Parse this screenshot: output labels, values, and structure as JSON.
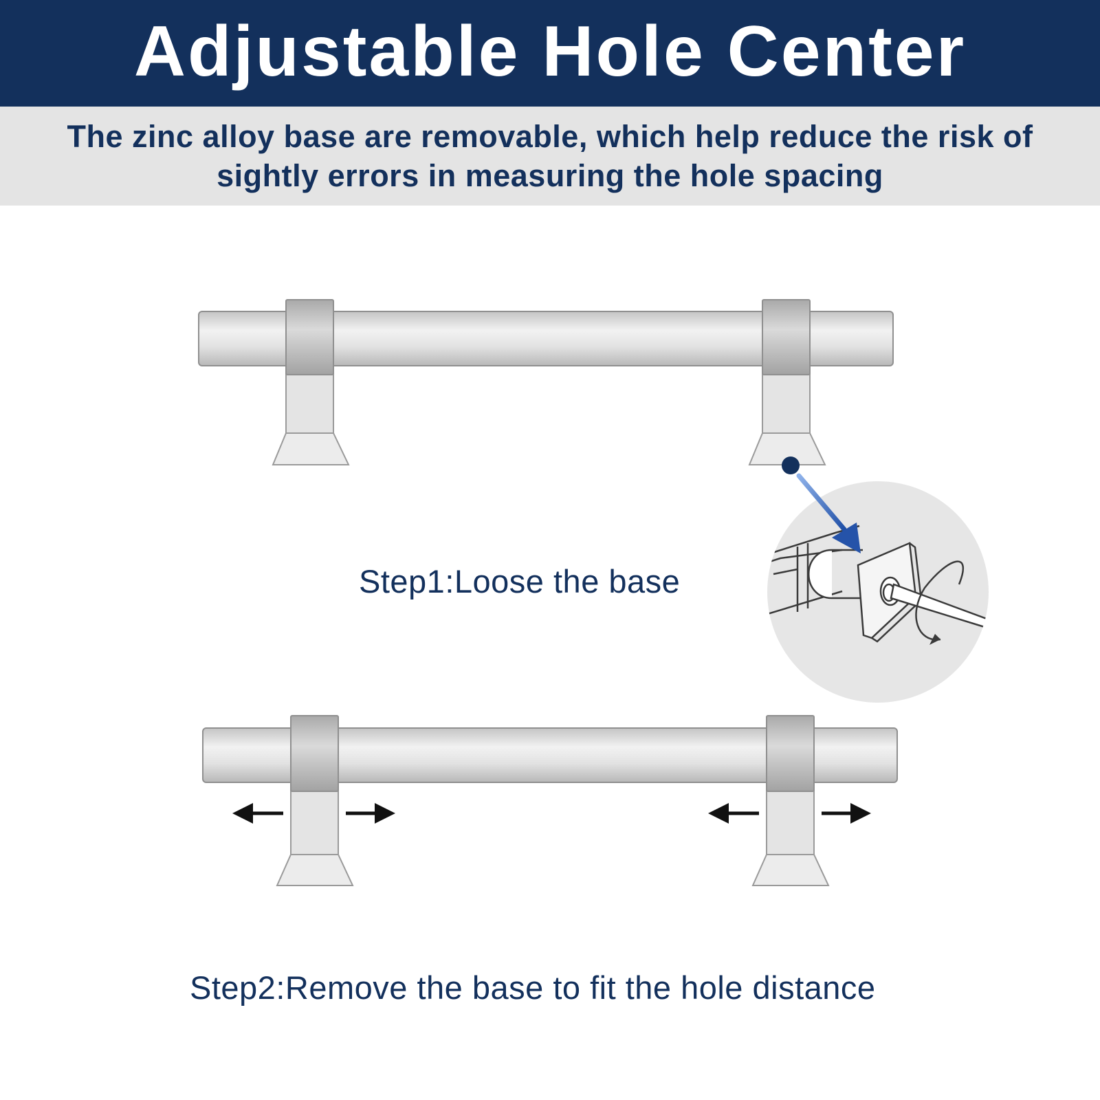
{
  "header": {
    "title": "Adjustable Hole Center",
    "background": "#13305c"
  },
  "subtitle": {
    "text": "The zinc alloy base are  removable, which help reduce the risk of sightly errors in measuring the hole spacing",
    "background": "#e4e4e4"
  },
  "steps": {
    "step1": "Step1:Loose the base",
    "step2": "Step2:Remove the base to fit the hole distance"
  },
  "colors": {
    "navy": "#13305c",
    "accent_blue": "#2d5fb4",
    "metal": "#d6d6d6",
    "outline": "#8f8f8f"
  },
  "icons": {
    "arrows": [
      "arrow-left-icon",
      "arrow-right-icon"
    ],
    "detail": "magnified-base-screw-icon",
    "rotation": "rotate-arrow-icon"
  }
}
